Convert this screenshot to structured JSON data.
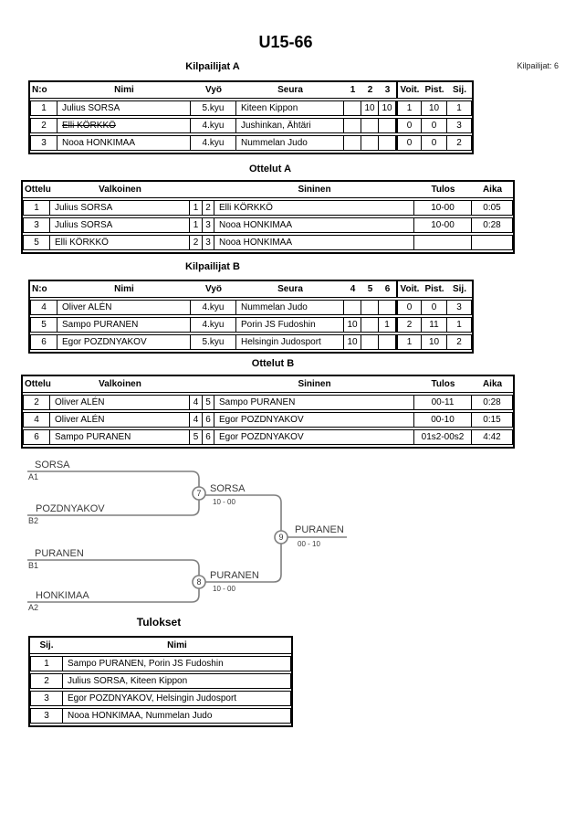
{
  "title": "U15-66",
  "competitors_label": "Kilpailijat: 6",
  "colors": {
    "table_border": "#000000",
    "bracket_line": "#7f7f7f",
    "bracket_text": "#3a3a3a"
  },
  "pools": [
    {
      "heading": "Kilpailijat A",
      "headers": {
        "no": "N:o",
        "name": "Nimi",
        "belt": "Vyö",
        "club": "Seura",
        "m1": "1",
        "m2": "2",
        "m3": "3",
        "wins": "Voit.",
        "points": "Pist.",
        "place": "Sij."
      },
      "rows": [
        {
          "no": "1",
          "name": "Julius SORSA",
          "struck": false,
          "belt": "5.kyu",
          "club": "Kiteen Kippon",
          "m1": "",
          "m2": "10",
          "m3": "10",
          "wins": "1",
          "points": "10",
          "place": "1"
        },
        {
          "no": "2",
          "name": "Elli KÖRKKÖ",
          "struck": true,
          "belt": "4.kyu",
          "club": "Jushinkan, Ähtäri",
          "m1": "",
          "m2": "",
          "m3": "",
          "wins": "0",
          "points": "0",
          "place": "3"
        },
        {
          "no": "3",
          "name": "Nooa HONKIMAA",
          "struck": false,
          "belt": "4.kyu",
          "club": "Nummelan Judo",
          "m1": "",
          "m2": "",
          "m3": "",
          "wins": "0",
          "points": "0",
          "place": "2"
        }
      ]
    },
    {
      "heading": "Kilpailijat B",
      "headers": {
        "no": "N:o",
        "name": "Nimi",
        "belt": "Vyö",
        "club": "Seura",
        "m1": "4",
        "m2": "5",
        "m3": "6",
        "wins": "Voit.",
        "points": "Pist.",
        "place": "Sij."
      },
      "rows": [
        {
          "no": "4",
          "name": "Oliver ALÉN",
          "struck": false,
          "belt": "4.kyu",
          "club": "Nummelan Judo",
          "m1": "",
          "m2": "",
          "m3": "",
          "wins": "0",
          "points": "0",
          "place": "3"
        },
        {
          "no": "5",
          "name": "Sampo PURANEN",
          "struck": false,
          "belt": "4.kyu",
          "club": "Porin JS Fudoshin",
          "m1": "10",
          "m2": "",
          "m3": "1",
          "wins": "2",
          "points": "11",
          "place": "1"
        },
        {
          "no": "6",
          "name": "Egor POZDNYAKOV",
          "struck": false,
          "belt": "5.kyu",
          "club": "Helsingin Judosport",
          "m1": "10",
          "m2": "",
          "m3": "",
          "wins": "1",
          "points": "10",
          "place": "2"
        }
      ]
    }
  ],
  "match_tables": [
    {
      "heading": "Ottelut A",
      "headers": {
        "match": "Ottelu",
        "white": "Valkoinen",
        "wno": "",
        "bno": "",
        "blue": "Sininen",
        "result": "Tulos",
        "time": "Aika"
      },
      "rows": [
        {
          "match": "1",
          "white": "Julius SORSA",
          "wno": "1",
          "bno": "2",
          "blue": "Elli KÖRKKÖ",
          "result": "10-00",
          "time": "0:05"
        },
        {
          "match": "3",
          "white": "Julius SORSA",
          "wno": "1",
          "bno": "3",
          "blue": "Nooa HONKIMAA",
          "result": "10-00",
          "time": "0:28"
        },
        {
          "match": "5",
          "white": "Elli KÖRKKÖ",
          "wno": "2",
          "bno": "3",
          "blue": "Nooa HONKIMAA",
          "result": "",
          "time": ""
        }
      ]
    },
    {
      "heading": "Ottelut B",
      "headers": {
        "match": "Ottelu",
        "white": "Valkoinen",
        "wno": "",
        "bno": "",
        "blue": "Sininen",
        "result": "Tulos",
        "time": "Aika"
      },
      "rows": [
        {
          "match": "2",
          "white": "Oliver ALÉN",
          "wno": "4",
          "bno": "5",
          "blue": "Sampo PURANEN",
          "result": "00-11",
          "time": "0:28"
        },
        {
          "match": "4",
          "white": "Oliver ALÉN",
          "wno": "4",
          "bno": "6",
          "blue": "Egor POZDNYAKOV",
          "result": "00-10",
          "time": "0:15"
        },
        {
          "match": "6",
          "white": "Sampo PURANEN",
          "wno": "5",
          "bno": "6",
          "blue": "Egor POZDNYAKOV",
          "result": "01s2-00s2",
          "time": "4:42"
        }
      ]
    }
  ],
  "bracket": {
    "entries": [
      {
        "name": "SORSA",
        "seed": "A1"
      },
      {
        "name": "POZDNYAKOV",
        "seed": "B2"
      },
      {
        "name": "PURANEN",
        "seed": "B1"
      },
      {
        "name": "HONKIMAA",
        "seed": "A2"
      }
    ],
    "matches": [
      {
        "number": "7",
        "winner": "SORSA",
        "score": "10 - 00"
      },
      {
        "number": "8",
        "winner": "PURANEN",
        "score": "10 - 00"
      },
      {
        "number": "9",
        "winner": "PURANEN",
        "score": "00 - 10"
      }
    ]
  },
  "results": {
    "heading": "Tulokset",
    "headers": {
      "place": "Sij.",
      "name": "Nimi"
    },
    "rows": [
      {
        "place": "1",
        "name": "Sampo PURANEN, Porin JS Fudoshin"
      },
      {
        "place": "2",
        "name": "Julius SORSA, Kiteen Kippon"
      },
      {
        "place": "3",
        "name": "Egor POZDNYAKOV, Helsingin Judosport"
      },
      {
        "place": "3",
        "name": "Nooa HONKIMAA, Nummelan Judo"
      }
    ]
  }
}
